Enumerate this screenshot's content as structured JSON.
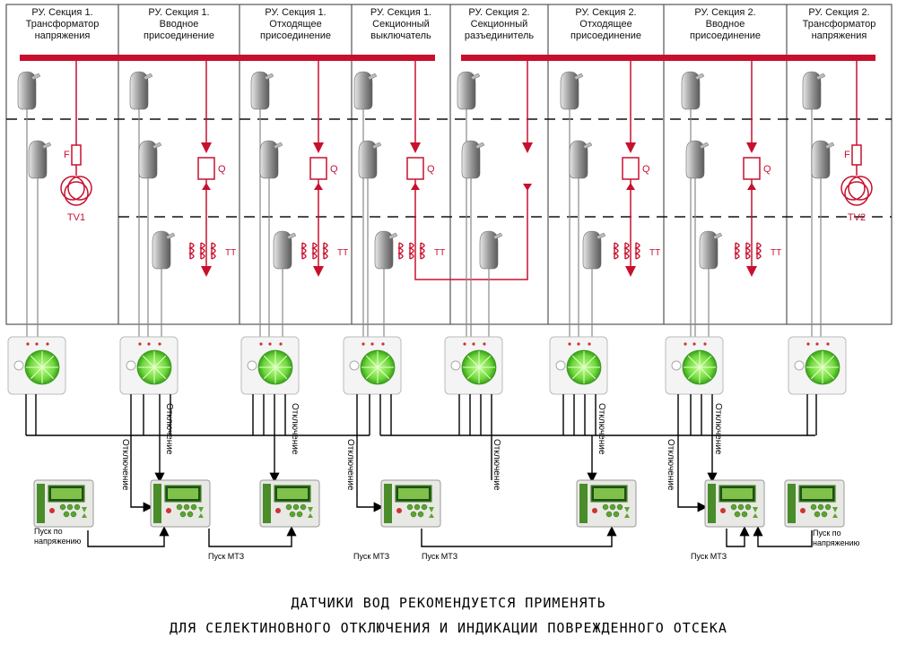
{
  "panels": [
    {
      "title": "РУ. Секция 1.\nТрансформатор\nнапряжения"
    },
    {
      "title": "РУ. Секция 1.\nВводное\nприсоединение"
    },
    {
      "title": "РУ. Секция 1.\nОтходящее\nприсоединение"
    },
    {
      "title": "РУ. Секция 1.\nСекционный\nвыключатель"
    },
    {
      "title": "РУ. Секция 2.\nСекционный\nразъединитель"
    },
    {
      "title": "РУ. Секция 2.\nОтходящее\nприсоединение"
    },
    {
      "title": "РУ. Секция 2.\nВводное\nприсоединение"
    },
    {
      "title": "РУ. Секция 2.\nТрансформатор\nнапряжения"
    }
  ],
  "labels": {
    "fuse": "F",
    "breaker": "Q",
    "ct": "ТТ",
    "tv1": "TV1",
    "tv2": "TV2",
    "trip": "Отключение",
    "voltage_start": "Пуск по\nнапряжению",
    "mtz_start": "Пуск МТЗ"
  },
  "footer": {
    "line1": "ДАТЧИКИ ВОД РЕКОМЕНДУЕТСЯ ПРИМЕНЯТЬ",
    "line2": "ДЛЯ СЕЛЕКТИНОВНОГО ОТКЛЮЧЕНИЯ И ИНДИКАЦИИ ПОВРЕЖДЕННОГО ОТСЕКА"
  },
  "colors": {
    "busbar": "#c8102e",
    "circuit": "#c8102e",
    "frame": "#555555",
    "sensor_green": "#7be04a",
    "relay_green": "#4a8c2a"
  }
}
